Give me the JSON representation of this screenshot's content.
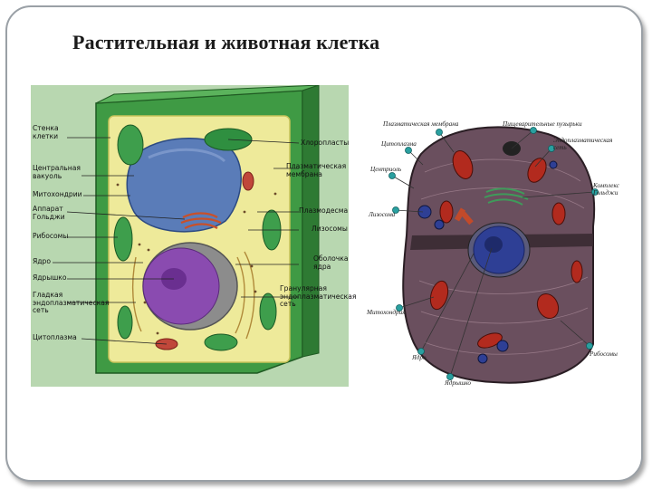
{
  "slide": {
    "title": "Растительная и животная клетка"
  },
  "plant_cell": {
    "labels_left": [
      "Стенка\nклетки",
      "Центральная\nвакуоль",
      "Митохондрии",
      "Аппарат\nГольджи",
      "Рибосомы",
      "Ядро",
      "Ядрышко",
      "Гладкая\nэндоплазматическая\nсеть",
      "Цитоплазма"
    ],
    "labels_right": [
      "Хлоропласты",
      "Плазматическая\nмембрана",
      "Плазмодесма",
      "Лизосомы",
      "Оболочка\nядра",
      "Гранулярная\nэндоплазматическая\nсеть"
    ],
    "colors": {
      "background": "#b8d7b0",
      "cell_wall": "#3f9a44",
      "cytoplasm": "#eeea9a",
      "vacuole": "#5a7cb8",
      "nucleus": "#8a4bb0",
      "chloroplast": "#2f8f40"
    }
  },
  "animal_cell": {
    "labels": [
      "Плазматическая мембрана",
      "Пищеварительные пузырьки",
      "Цитоплазма",
      "Эндоплазматическая\nсеть",
      "Центриоль",
      "Комплекс\nГольджи",
      "Лизосома",
      "Митохондрия",
      "Ядро",
      "Рибосомы",
      "Ядрышко"
    ],
    "colors": {
      "cytoplasm": "#6a4f5e",
      "nucleus": "#2e3f95",
      "mitochondria": "#b22a1e",
      "pointer": "#2aa0a0"
    }
  }
}
